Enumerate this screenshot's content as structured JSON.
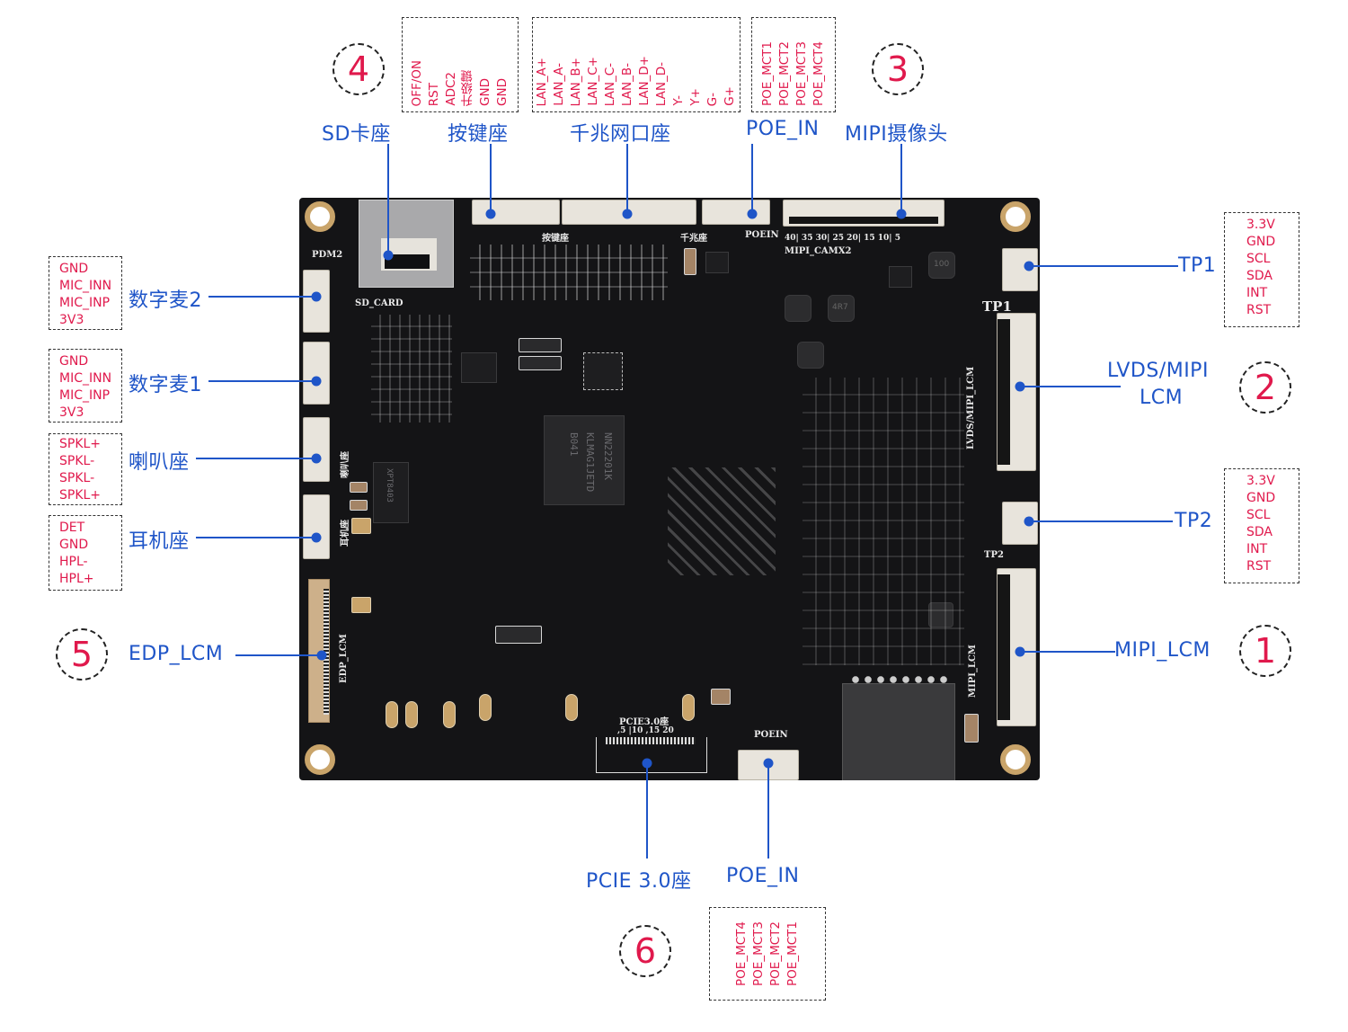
{
  "title": "主板接口示意图",
  "colors": {
    "label_blue": "#1f55c8",
    "pin_red": "#e0194c",
    "board": "#141416"
  },
  "top_labels": {
    "sd_card": "SD卡座",
    "key_header": "按键座",
    "gigabit_lan": "千兆网口座",
    "poe_in_top": "POE_IN",
    "mipi_camera": "MIPI摄像头"
  },
  "top_pin_boxes": {
    "key_header": [
      "OFF/ON",
      "RST",
      "ADC2",
      "升级键",
      "GND",
      "GND"
    ],
    "gigabit_lan": [
      "LAN_A+",
      "LAN_A-",
      "LAN_B+",
      "LAN_C+",
      "LAN_C-",
      "LAN_B-",
      "LAN_D+",
      "LAN_D-",
      "Y-",
      "Y+",
      "G-",
      "G+"
    ],
    "poe_in_top": [
      "POE_MCT1",
      "POE_MCT2",
      "POE_MCT3",
      "POE_MCT4"
    ]
  },
  "left_labels": {
    "mic2": "数字麦2",
    "mic1": "数字麦1",
    "speaker": "喇叭座",
    "headphone": "耳机座",
    "edp_lcm": "EDP_LCM"
  },
  "left_pin_boxes": {
    "mic2": [
      "GND",
      "MIC_INN",
      "MIC_INP",
      "3V3"
    ],
    "mic1": [
      "GND",
      "MIC_INN",
      "MIC_INP",
      "3V3"
    ],
    "speaker": [
      "SPKL+",
      "SPKL-",
      "SPKL-",
      "SPKL+"
    ],
    "headphone": [
      "DET",
      "GND",
      "HPL-",
      "HPL+"
    ]
  },
  "right_labels": {
    "tp1": "TP1",
    "lvds_mipi_lcm_line1": "LVDS/MIPI",
    "lvds_mipi_lcm_line2": "LCM",
    "tp2": "TP2",
    "mipi_lcm": "MIPI_LCM"
  },
  "right_pin_boxes": {
    "tp1": [
      "3.3V",
      "GND",
      "SCL",
      "SDA",
      "INT",
      "RST"
    ],
    "tp2": [
      "3.3V",
      "GND",
      "SCL",
      "SDA",
      "INT",
      "RST"
    ]
  },
  "bottom_labels": {
    "pcie": "PCIE 3.0座",
    "poe_in_bottom": "POE_IN"
  },
  "bottom_pin_boxes": {
    "poe_in_bottom": [
      "POE_MCT4",
      "POE_MCT3",
      "POE_MCT2",
      "POE_MCT1"
    ]
  },
  "numbered_markers": {
    "n1": "1",
    "n2": "2",
    "n3": "3",
    "n4": "4",
    "n5": "5",
    "n6": "6"
  },
  "silkscreen": {
    "pdm2": "PDM2",
    "sd_card": "SD_CARD",
    "key_header": "按键座",
    "lan": "千兆座",
    "poein_top": "POEIN",
    "mipi_camx2": "MIPI_CAMX2",
    "cam_ticks": "40| 35  30| 25  20| 15  10|  5",
    "tp1": "TP1",
    "tp2": "TP2",
    "lvds_mipi_lcm": "LVDS/MIPI_LCM",
    "mipi_lcm": "MIPI_LCM",
    "edp_lcm": "EDP_LCM",
    "speaker": "喇叭座",
    "headphone": "耳机座",
    "pcie": "PCIE3.0座",
    "pcie_ticks": ",5  |10  ,15  20",
    "poein_bottom": "POEIN",
    "emmc_chip": "KLMAG1JETD",
    "emmc_chip_2": "NN22201K",
    "emmc_chip_3": "B041",
    "audio_chip": "XPT8403",
    "inductor_1": "100",
    "inductor_2": "4R7"
  }
}
